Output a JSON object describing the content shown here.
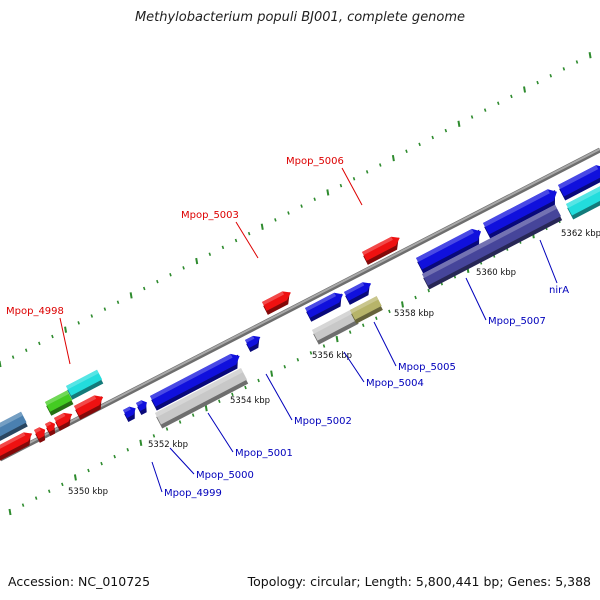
{
  "title": "Methylobacterium populi BJ001, complete genome",
  "footer": {
    "accession": "Accession: NC_010725",
    "summary": "Topology: circular; Length: 5,800,441 bp; Genes: 5,388"
  },
  "colors": {
    "backbone": "#8a8a8a",
    "tick": "#2e8b2e",
    "gene_red": "#ee1111",
    "gene_blue": "#1010dd",
    "gene_gray": "#c8c8c8",
    "gene_olive": "#b7b46a",
    "gene_navy": "#46459a",
    "gene_cyan": "#22dddd",
    "gene_green": "#44cc22",
    "gene_steel": "#4a80b0",
    "label_red": "#dd0000",
    "label_blue": "#0000bb"
  },
  "scale_labels": [
    "5350 kbp",
    "5352 kbp",
    "5354 kbp",
    "5356 kbp",
    "5358 kbp",
    "5360 kbp",
    "5362 kbp"
  ],
  "gene_labels": [
    {
      "text": "Mpop_4998",
      "color": "red"
    },
    {
      "text": "Mpop_5003",
      "color": "red"
    },
    {
      "text": "Mpop_5006",
      "color": "red"
    },
    {
      "text": "Mpop_4999",
      "color": "blue"
    },
    {
      "text": "Mpop_5000",
      "color": "blue"
    },
    {
      "text": "Mpop_5001",
      "color": "blue"
    },
    {
      "text": "Mpop_5002",
      "color": "blue"
    },
    {
      "text": "Mpop_5004",
      "color": "blue"
    },
    {
      "text": "Mpop_5005",
      "color": "blue"
    },
    {
      "text": "Mpop_5007",
      "color": "blue"
    },
    {
      "text": "nirA",
      "color": "blue"
    }
  ]
}
